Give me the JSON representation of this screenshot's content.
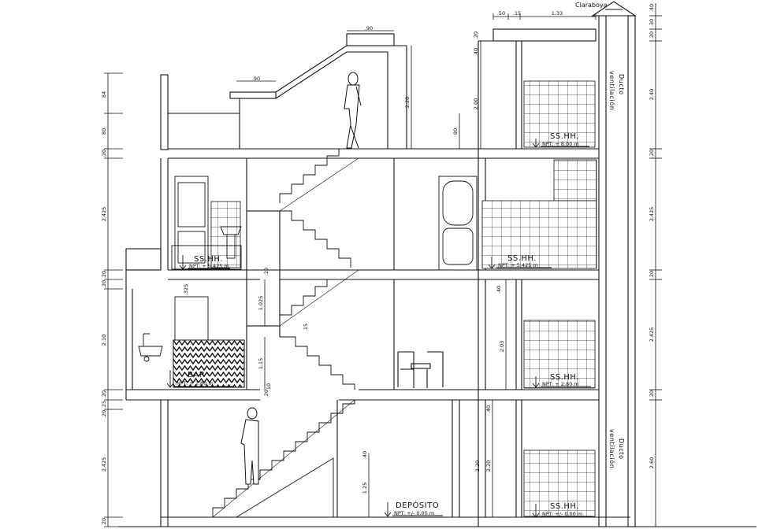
{
  "top_labels": {
    "skylight": "Claraboya"
  },
  "room_labels": {
    "sshh_top": "SS.HH.",
    "sshh_upper_left": "SS.HH.",
    "sshh_upper_right": "SS.HH.",
    "bar": "BAR",
    "sshh_mid_right": "SS.HH.",
    "deposito": "DEPÓSITO",
    "sshh_bottom": "SS.HH."
  },
  "levels": {
    "top": "NPT: + 8.00 m",
    "upper_left": "NPT: + 5.425 m",
    "upper_right": "NPT: + 5.425 m",
    "bar": "NPT: + 2.80 m",
    "mid_right": "NPT: + 2.80 m",
    "deposito": "NPT: +/- 0.00 m",
    "bottom": "NPT: +/- 0.00 m"
  },
  "vent_labels": {
    "upper_line1": "Ducto",
    "upper_line2": "ventilación",
    "lower_line1": "Ducto",
    "lower_line2": "ventilación"
  },
  "left_dims": [
    "84",
    "80",
    ".20",
    "2.425",
    ".20",
    ".20",
    "2.10",
    ".20",
    ".25",
    ".20",
    "2.425",
    ".20"
  ],
  "right_dims": [
    ".40",
    ".30",
    ".20",
    "2.40",
    ".20",
    "2.425",
    ".20",
    "2.425",
    ".20",
    "2.60"
  ],
  "top_dims": [
    ".90",
    ".90",
    ".50",
    ".15",
    "1.33"
  ],
  "inner_dims": [
    "2.20",
    "2.00",
    "80",
    ".40",
    ".20",
    ".20",
    "1.025",
    "1.15",
    ".10",
    ".15",
    ".325",
    "2.03",
    ".40",
    ".40",
    "2.20",
    "1.25",
    ".40",
    "2.20",
    ".20"
  ]
}
